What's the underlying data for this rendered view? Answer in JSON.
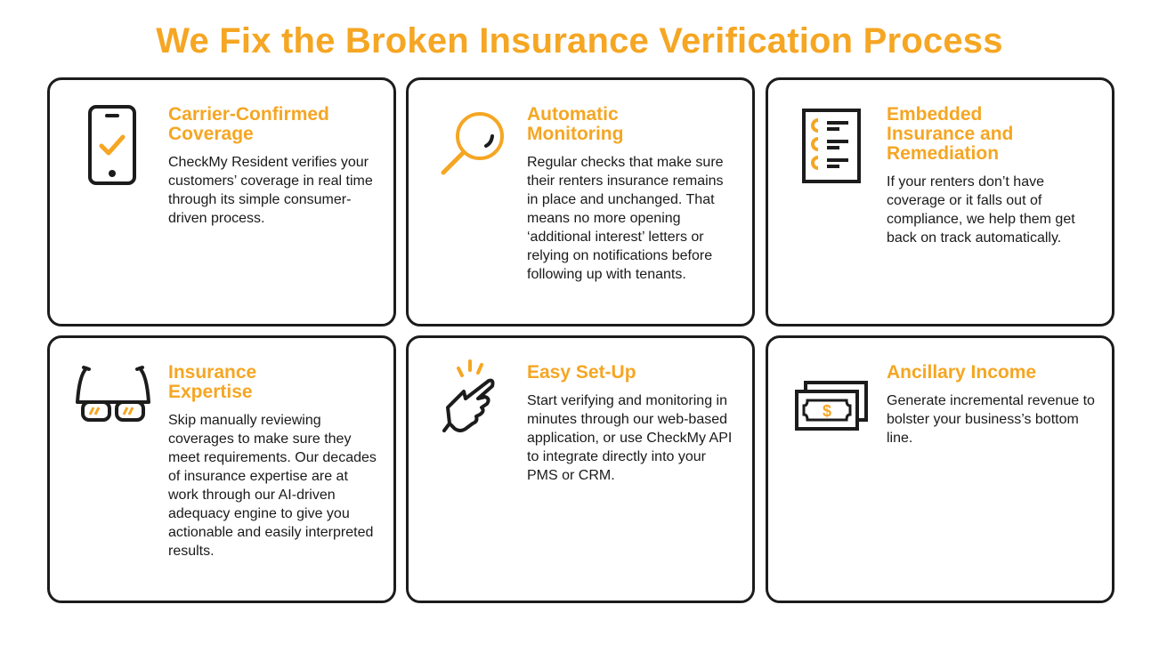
{
  "title": "We Fix the Broken Insurance Verification Process",
  "colors": {
    "accent": "#F5A623",
    "text": "#1a1a1a",
    "border": "#1c1c1c"
  },
  "cards": [
    {
      "icon": "phone-checkmark-icon",
      "heading_lines": [
        "Carrier-Confirmed",
        "Coverage"
      ],
      "body": "CheckMy Resident verifies your customers’ coverage in real time through its simple consumer-driven process."
    },
    {
      "icon": "magnifying-glass-icon",
      "heading_lines": [
        "Automatic",
        "Monitoring"
      ],
      "body": "Regular checks that make sure their renters insurance remains in place and unchanged. That means no more opening ‘additional interest’ letters or relying on notifications before following up with tenants."
    },
    {
      "icon": "checklist-icon",
      "heading_lines": [
        "Embedded",
        "Insurance and",
        "Remediation"
      ],
      "body": "If your renters don’t have coverage or it falls out of compliance, we help them get back on track automatically."
    },
    {
      "icon": "eyeglasses-icon",
      "heading_lines": [
        "Insurance",
        "Expertise"
      ],
      "body": "Skip manually reviewing coverages to make sure they meet requirements. Our decades of insurance expertise are at work through our AI-driven adequacy engine to give you actionable and easily interpreted results."
    },
    {
      "icon": "pointing-hand-icon",
      "heading_lines": [
        "Easy Set-Up"
      ],
      "body": "Start verifying and monitoring in minutes through our web-based application, or use CheckMy API to integrate directly into your PMS or CRM."
    },
    {
      "icon": "dollar-bills-icon",
      "heading_lines": [
        "Ancillary Income"
      ],
      "body": "Generate incremental revenue to bolster your business’s bottom line."
    }
  ]
}
